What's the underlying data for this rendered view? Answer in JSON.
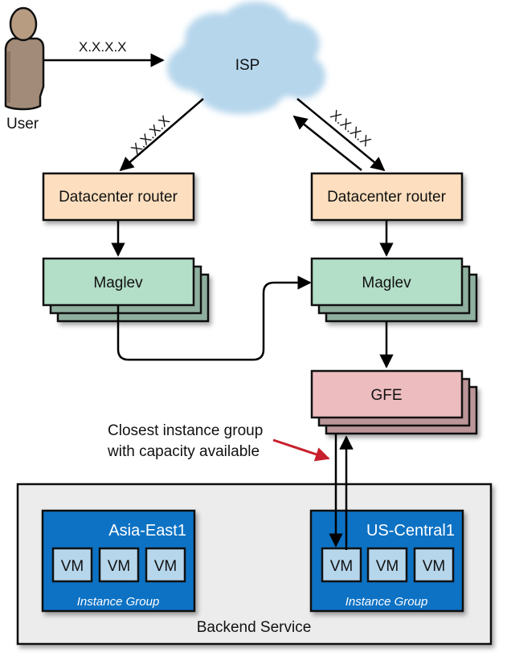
{
  "user": {
    "label": "User",
    "icon": "user-icon"
  },
  "isp": {
    "label": "ISP",
    "icon": "cloud-icon"
  },
  "edges": {
    "user_to_isp": "X.X.X.X",
    "isp_to_left_router": "X.X.X.X",
    "isp_right_router": "X.X.X.X"
  },
  "left": {
    "router": "Datacenter router",
    "maglev": "Maglev"
  },
  "right": {
    "router": "Datacenter router",
    "maglev": "Maglev",
    "gfe": "GFE"
  },
  "annotation": {
    "line1": "Closest instance group",
    "line2": "with capacity available"
  },
  "backend": {
    "label": "Backend Service",
    "groups": [
      {
        "region": "Asia-East1",
        "vms": [
          "VM",
          "VM",
          "VM"
        ],
        "caption": "Instance Group"
      },
      {
        "region": "US-Central1",
        "vms": [
          "VM",
          "VM",
          "VM"
        ],
        "caption": "Instance Group"
      }
    ]
  },
  "colors": {
    "router_fill": "#fddfbf",
    "maglev_fill": "#b3dec8",
    "maglev_back": "#8fb09f",
    "gfe_fill": "#ecbcbf",
    "gfe_back": "#bb9598",
    "cloud": "#b6d6ec",
    "backend_fill": "#ececec",
    "group_fill": "#0b72c4",
    "vm_fill": "#b6d6ec",
    "annotation_arrow": "#c8202c",
    "user_fill": "#a28c79"
  }
}
